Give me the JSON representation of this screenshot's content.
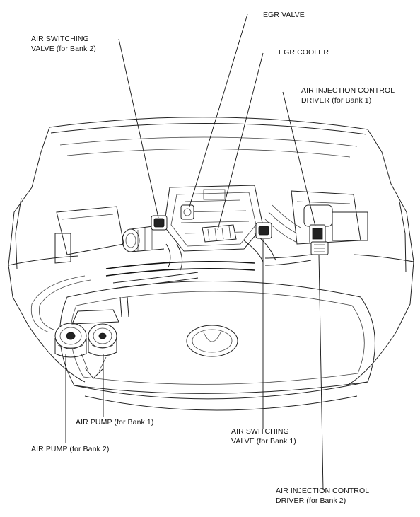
{
  "labels": {
    "egr_valve": "EGR VALVE",
    "egr_cooler": "EGR COOLER",
    "air_switching_valve_bank2": [
      "AIR SWITCHING",
      "VALVE (for Bank 2)"
    ],
    "air_injection_control_driver_bank1": [
      "AIR INJECTION CONTROL",
      "DRIVER (for Bank 1)"
    ],
    "air_pump_bank1": "AIR PUMP (for Bank 1)",
    "air_pump_bank2": "AIR PUMP (for Bank 2)",
    "air_switching_valve_bank1": [
      "AIR SWITCHING",
      "VALVE (for Bank 1)"
    ],
    "air_injection_control_driver_bank2": [
      "AIR INJECTION CONTROL",
      "DRIVER (for Bank 2)"
    ]
  }
}
